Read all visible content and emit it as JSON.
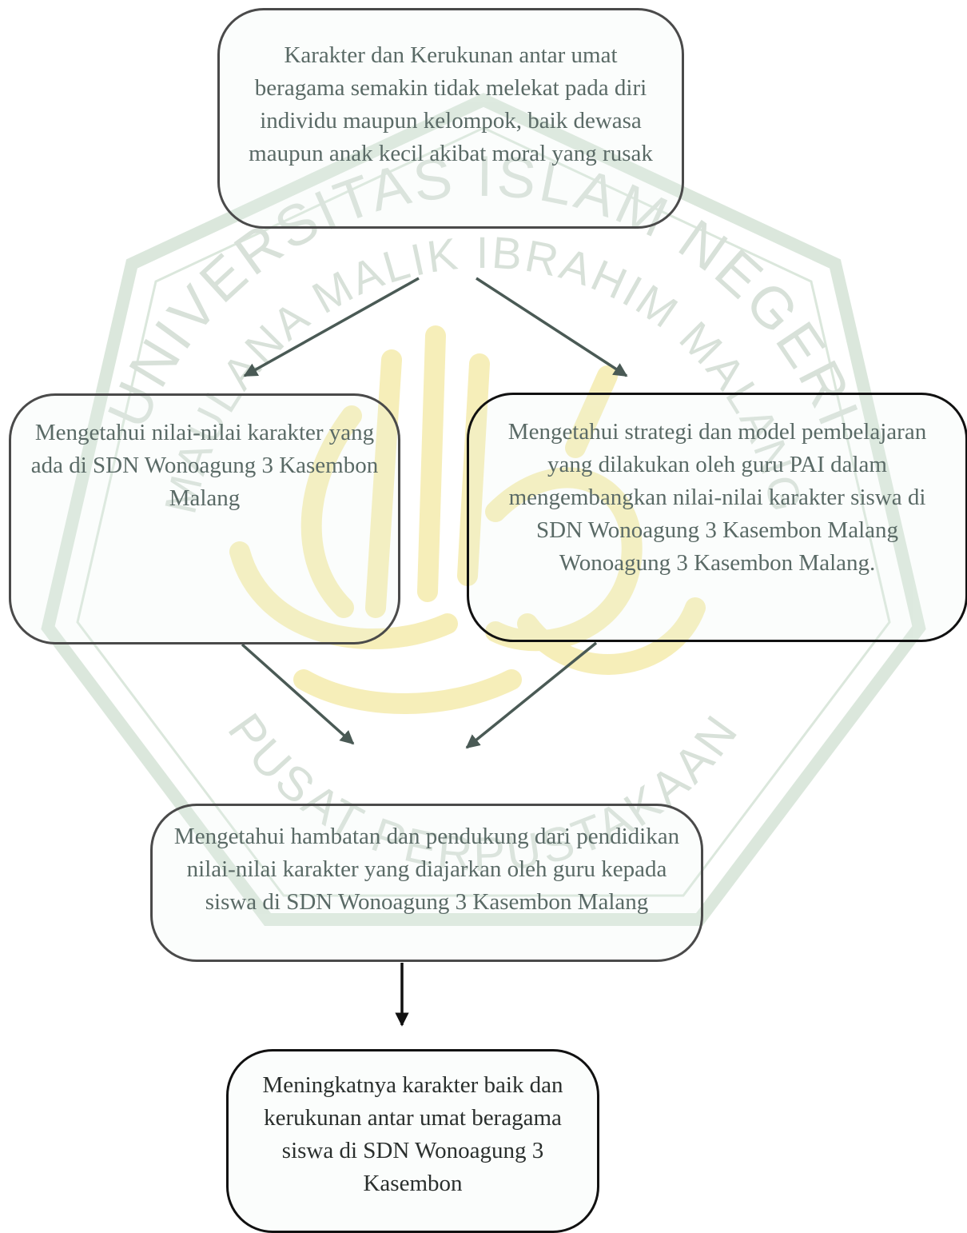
{
  "diagram": {
    "nodes": [
      {
        "id": "top",
        "text": "Karakter dan Kerukunan antar umat beragama semakin tidak melekat pada diri individu maupun kelompok, baik dewasa maupun anak kecil akibat moral yang rusak"
      },
      {
        "id": "left",
        "text": "Mengetahui  nilai-nilai karakter yang ada di SDN Wonoagung 3 Kasembon Malang"
      },
      {
        "id": "right",
        "text": "Mengetahui strategi dan model pembelajaran yang dilakukan oleh guru PAI dalam mengembangkan nilai-nilai karakter siswa di SDN Wonoagung 3 Kasembon Malang Wonoagung 3 Kasembon Malang."
      },
      {
        "id": "middle",
        "text": "Mengetahui hambatan dan pendukung dari pendidikan nilai-nilai karakter yang diajarkan oleh guru kepada siswa di SDN Wonoagung 3 Kasembon Malang"
      },
      {
        "id": "bottom",
        "text": "Meningkatnya karakter baik dan kerukunan antar umat beragama siswa di SDN Wonoagung 3 Kasembon"
      }
    ],
    "edges": [
      {
        "from": "top",
        "to": "left"
      },
      {
        "from": "top",
        "to": "right"
      },
      {
        "from": "left",
        "to": "middle"
      },
      {
        "from": "right",
        "to": "middle"
      },
      {
        "from": "middle",
        "to": "bottom"
      }
    ]
  },
  "watermark": {
    "text": "UNIVERSITAS ISLAM NEGERI MAULANA MALIK IBRAHIM MALANG",
    "bottom_text": "PUSAT PERPUSTAKAAN",
    "colors": {
      "green": "#4f8a57",
      "gold": "#e6cf3a"
    }
  },
  "colors": {
    "border": "#4a4a4a",
    "text": "#5a6a66",
    "arrow": "#4a5a55"
  }
}
